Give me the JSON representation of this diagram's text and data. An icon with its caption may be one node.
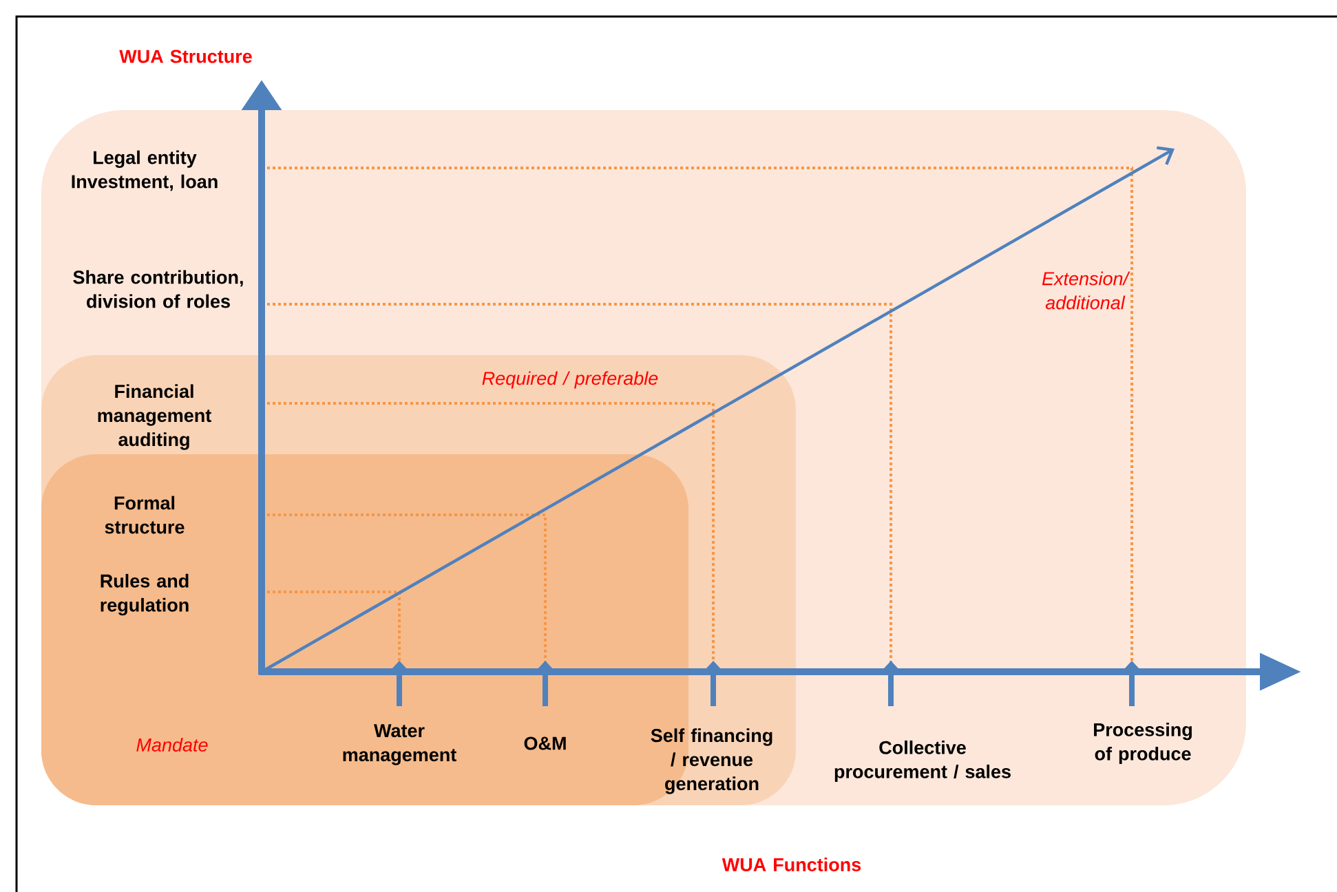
{
  "diagram": {
    "nodes": [
      {
        "text": [
          "Extension/ additional"
        ]
      },
      {
        "text": [
          "Required / preferable"
        ],
        "in": 0
      },
      {
        "text": [
          "Mandate"
        ],
        "in": 1
      }
    ],
    "labels": [
      "WUA Structure",
      "Legal entity Investment, loan",
      "Share contribution, division of roles",
      "Financial management auditing",
      "Formal structure",
      "Rules and regulation",
      "Water management",
      "O&M",
      "Self financing / revenue generation",
      "Collective procurement / sales",
      "Processing of produce",
      "WUA Functions"
    ]
  }
}
